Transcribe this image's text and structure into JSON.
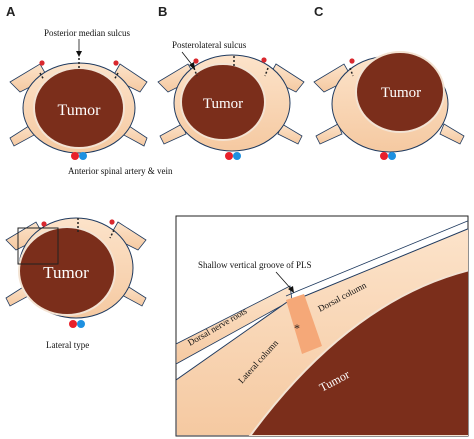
{
  "panels": {
    "a_letter": "A",
    "b_letter": "B",
    "c_letter": "C"
  },
  "labels": {
    "tumor": "Tumor",
    "posterior_median_sulcus": "Posterior median sulcus",
    "posterolateral_sulcus": "Posterolateral sulcus",
    "anterior_spinal_vessels": "Anterior spinal artery & vein",
    "lateral_type": "Lateral type",
    "shallow_groove": "Shallow vertical groove of PLS",
    "dorsal_nerve_roots": "Dorsal nerve roots",
    "dorsal_column": "Dorsal column",
    "lateral_column": "Lateral column",
    "asterisk": "*",
    "tumor_zoom": "Tumor"
  },
  "colors": {
    "cord_fill": "#FAD9B9",
    "cord_stroke": "#1F3A5F",
    "tumor_fill": "#7B2E1B",
    "tumor_border": "#F3E3D3",
    "artery": "#E8202A",
    "vein": "#1E90E0",
    "groove_patch": "#F5A878",
    "root_dot": "#D9282E"
  }
}
